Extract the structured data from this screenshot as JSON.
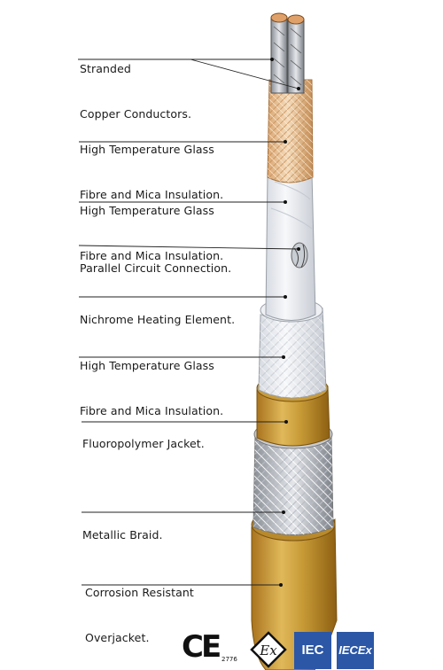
{
  "labels": [
    {
      "id": "stranded-copper-conductors",
      "lines": [
        "Stranded",
        "Copper Conductors."
      ]
    },
    {
      "id": "glass-mica-insulation-1",
      "lines": [
        "High Temperature Glass",
        "Fibre and Mica Insulation."
      ]
    },
    {
      "id": "glass-mica-insulation-2",
      "lines": [
        "High Temperature Glass",
        "Fibre and Mica Insulation."
      ]
    },
    {
      "id": "parallel-circuit-connection",
      "lines": [
        "Parallel Circuit Connection."
      ]
    },
    {
      "id": "nichrome-heating-element",
      "lines": [
        "Nichrome Heating Element."
      ]
    },
    {
      "id": "glass-mica-insulation-3",
      "lines": [
        "High Temperature Glass",
        "Fibre and Mica Insulation."
      ]
    },
    {
      "id": "fluoropolymer-jacket",
      "lines": [
        "Fluoropolymer Jacket."
      ]
    },
    {
      "id": "metallic-braid",
      "lines": [
        "Metallic Braid."
      ]
    },
    {
      "id": "corrosion-resistant-overjacket",
      "lines": [
        "Corrosion Resistant",
        "Overjacket."
      ]
    }
  ],
  "certifications": {
    "ce": "CE",
    "ce_number": "2776",
    "ex": "Ex",
    "iec": "IEC",
    "iecex": "IECEx"
  },
  "colors": {
    "copper": "#c98a52",
    "glass_insulation": "#e9c79a",
    "white_layer": "#eceff4",
    "jacket_gold": "#c79a36",
    "braid": "#d9dde3"
  }
}
